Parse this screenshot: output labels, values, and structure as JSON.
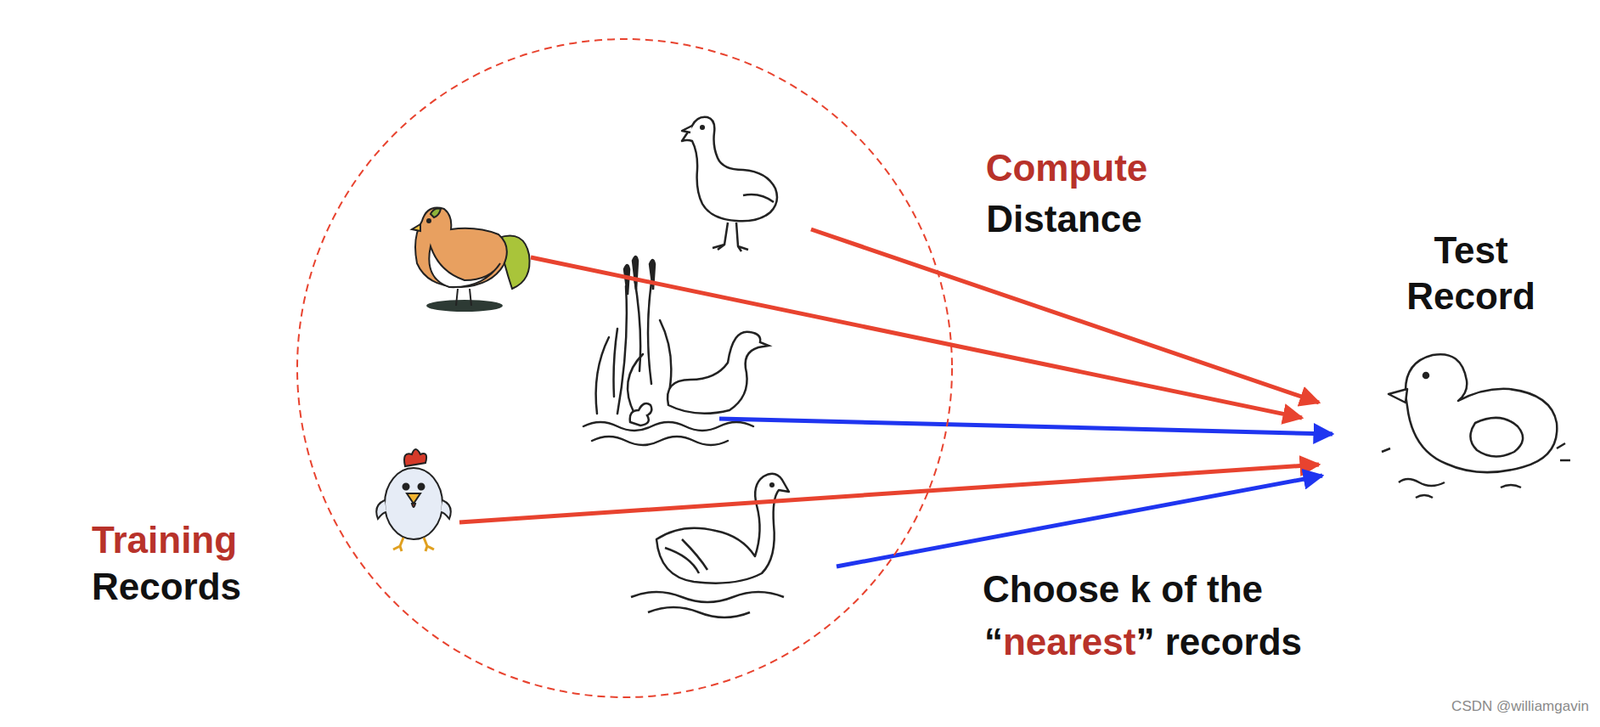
{
  "diagram": {
    "nodes": [
      {
        "text": [
          "Training",
          "Records"
        ]
      },
      {
        "text": [
          "Test Record"
        ]
      }
    ],
    "labels": [
      "Compute",
      "Distance",
      "Choose k of the",
      "“",
      "nearest",
      "” records",
      "CSDN @williamgavin"
    ]
  }
}
